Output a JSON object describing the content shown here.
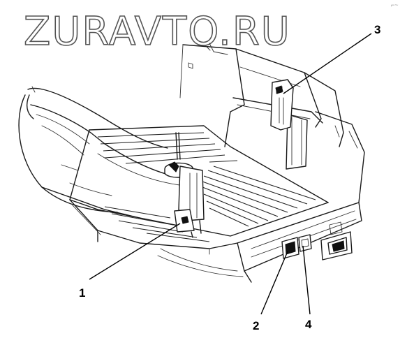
{
  "watermark": "ZURAVTO.RU",
  "corner_mark": "⌐~",
  "callouts": [
    {
      "id": "1",
      "label": "1"
    },
    {
      "id": "2",
      "label": "2"
    },
    {
      "id": "3",
      "label": "3"
    },
    {
      "id": "4",
      "label": "4"
    }
  ]
}
